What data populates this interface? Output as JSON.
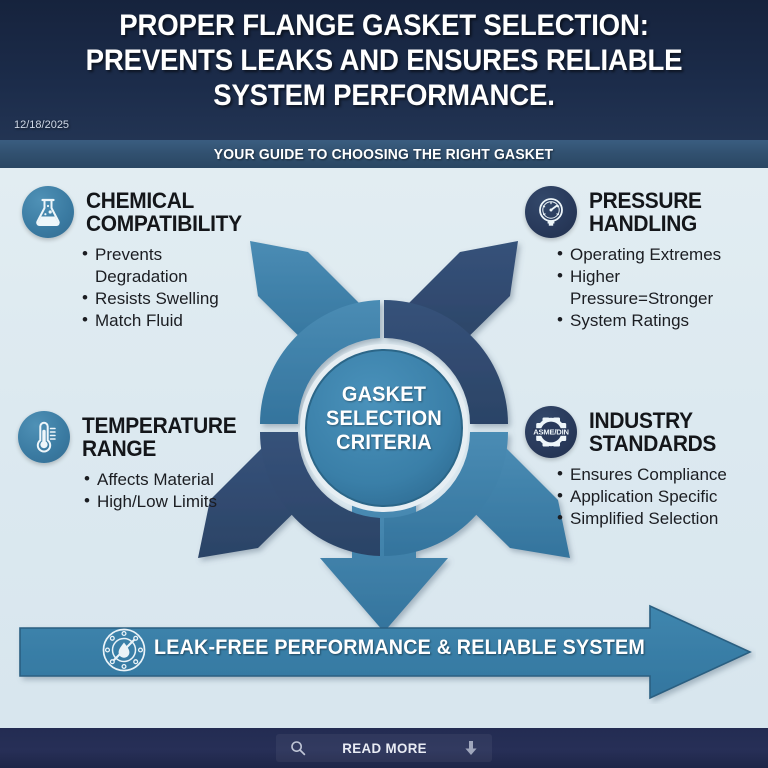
{
  "header": {
    "title": "PROPER FLANGE GASKET SELECTION: PREVENTS LEAKS AND ENSURES RELIABLE SYSTEM PERFORMANCE.",
    "date": "12/18/2025",
    "subtitle": "YOUR GUIDE TO CHOOSING THE RIGHT GASKET",
    "bg_color": "#1b2b49",
    "subbar_color": "#31506f"
  },
  "center": {
    "hub_label": "GASKET SELECTION CRITERIA",
    "hub_color": "#3a7fa8",
    "ring_color": "#2d6286"
  },
  "quadrants": [
    {
      "id": "chemical",
      "icon": "flask-icon",
      "title": "CHEMICAL COMPATIBILITY",
      "badge_style": "light",
      "bullets": [
        "Prevents\nDegradation",
        "Resists Swelling",
        "Match Fluid"
      ]
    },
    {
      "id": "pressure",
      "icon": "pressure-gauge-icon",
      "title": "PRESSURE HANDLING",
      "badge_style": "dark",
      "bullets": [
        "Operating Extremes",
        "Higher\nPressure=Stronger",
        "System Ratings"
      ]
    },
    {
      "id": "temperature",
      "icon": "thermometer-icon",
      "title": "TEMPERATURE RANGE",
      "badge_style": "light",
      "bullets": [
        "Affects Material",
        "High/Low Limits"
      ]
    },
    {
      "id": "standards",
      "icon": "gear-icon",
      "title": "INDUSTRY STANDARDS",
      "badge_style": "dark",
      "badge_text": "ASME/DIN",
      "bullets": [
        "Ensures Compliance",
        "Application Specific",
        "Simplified Selection"
      ]
    }
  ],
  "banner": {
    "label": "LEAK-FREE PERFORMANCE & RELIABLE SYSTEM",
    "icon": "flange-seal-icon",
    "color": "#3a7fa8"
  },
  "footer": {
    "read_more_label": "READ MORE",
    "search_icon": "search-icon",
    "down_icon": "arrow-down-icon",
    "bg_color": "#272f57"
  }
}
